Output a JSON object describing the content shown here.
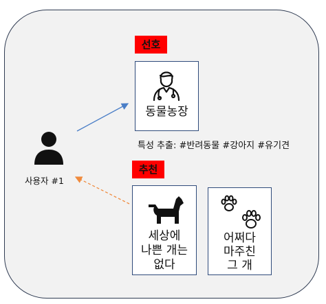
{
  "preference": {
    "tag": "선호",
    "item_label": "동물농장",
    "features": "특성 추출: #반려동물 #강아지 #유기견"
  },
  "recommendation": {
    "tag": "추천",
    "items": [
      {
        "label_lines": [
          "세상에",
          "나쁜 개는",
          "없다"
        ],
        "icon": "dog-icon"
      },
      {
        "label_lines": [
          "어쩌다",
          "마주친",
          "그 개"
        ],
        "icon": "paw-prints-icon"
      }
    ]
  },
  "user": {
    "label": "사용자 #1",
    "icon": "user-icon"
  },
  "colors": {
    "tag": "#ff0000",
    "border": "#2e4a7a",
    "preference_arrow": "#4a7ec7",
    "recommend_arrow": "#f08a3c"
  }
}
